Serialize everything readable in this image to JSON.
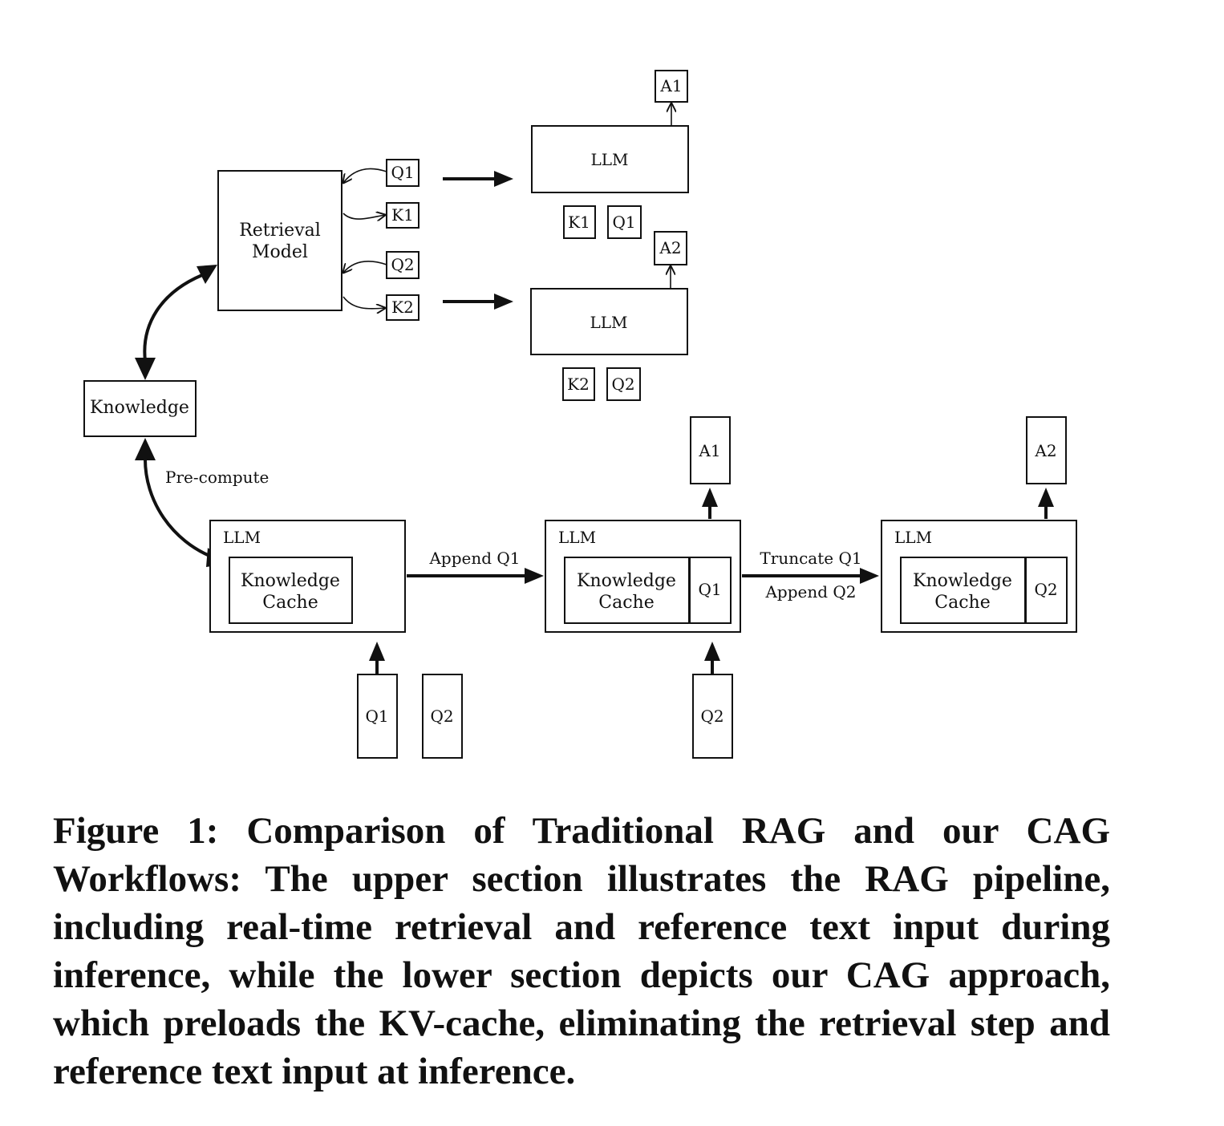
{
  "rag": {
    "retrieval_model": [
      "Retrieval",
      "Model"
    ],
    "q1": "Q1",
    "k1": "K1",
    "q2": "Q2",
    "k2": "K2",
    "llm1": "LLM",
    "llm2": "LLM",
    "ctx1_k": "K1",
    "ctx1_q": "Q1",
    "ctx2_k": "K2",
    "ctx2_q": "Q2",
    "a1": "A1",
    "a2": "A2"
  },
  "knowledge": "Knowledge",
  "cag": {
    "precompute": "Pre-compute",
    "stage1": {
      "llm": "LLM",
      "cache": [
        "Knowledge",
        "Cache"
      ]
    },
    "append_q1": "Append Q1",
    "stage2": {
      "llm": "LLM",
      "cache": [
        "Knowledge",
        "Cache"
      ],
      "query": "Q1"
    },
    "truncate_q1": "Truncate Q1",
    "append_q2": "Append Q2",
    "stage3": {
      "llm": "LLM",
      "cache": [
        "Knowledge",
        "Cache"
      ],
      "query": "Q2"
    },
    "input_q1": "Q1",
    "input_q2": "Q2",
    "input2_q2": "Q2",
    "a1": "A1",
    "a2": "A2"
  },
  "caption": "Figure 1: Comparison of Traditional RAG and our CAG Workflows: The upper section illustrates the RAG pipeline, including real-time retrieval and reference text input during inference, while the lower section depicts our CAG approach, which preloads the KV-cache, eliminating the retrieval step and reference text input at inference."
}
